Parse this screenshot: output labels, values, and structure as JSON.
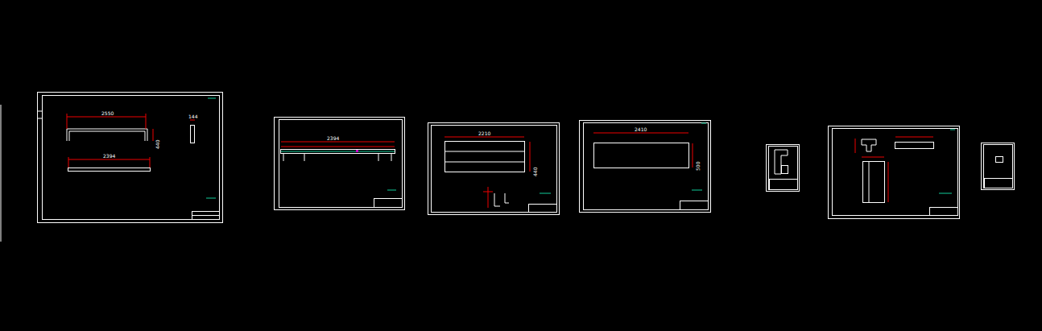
{
  "diagram": {
    "labels": [
      "2550",
      "440",
      "144",
      "2394",
      "2394",
      "2210",
      "440",
      "2410",
      "500"
    ]
  }
}
